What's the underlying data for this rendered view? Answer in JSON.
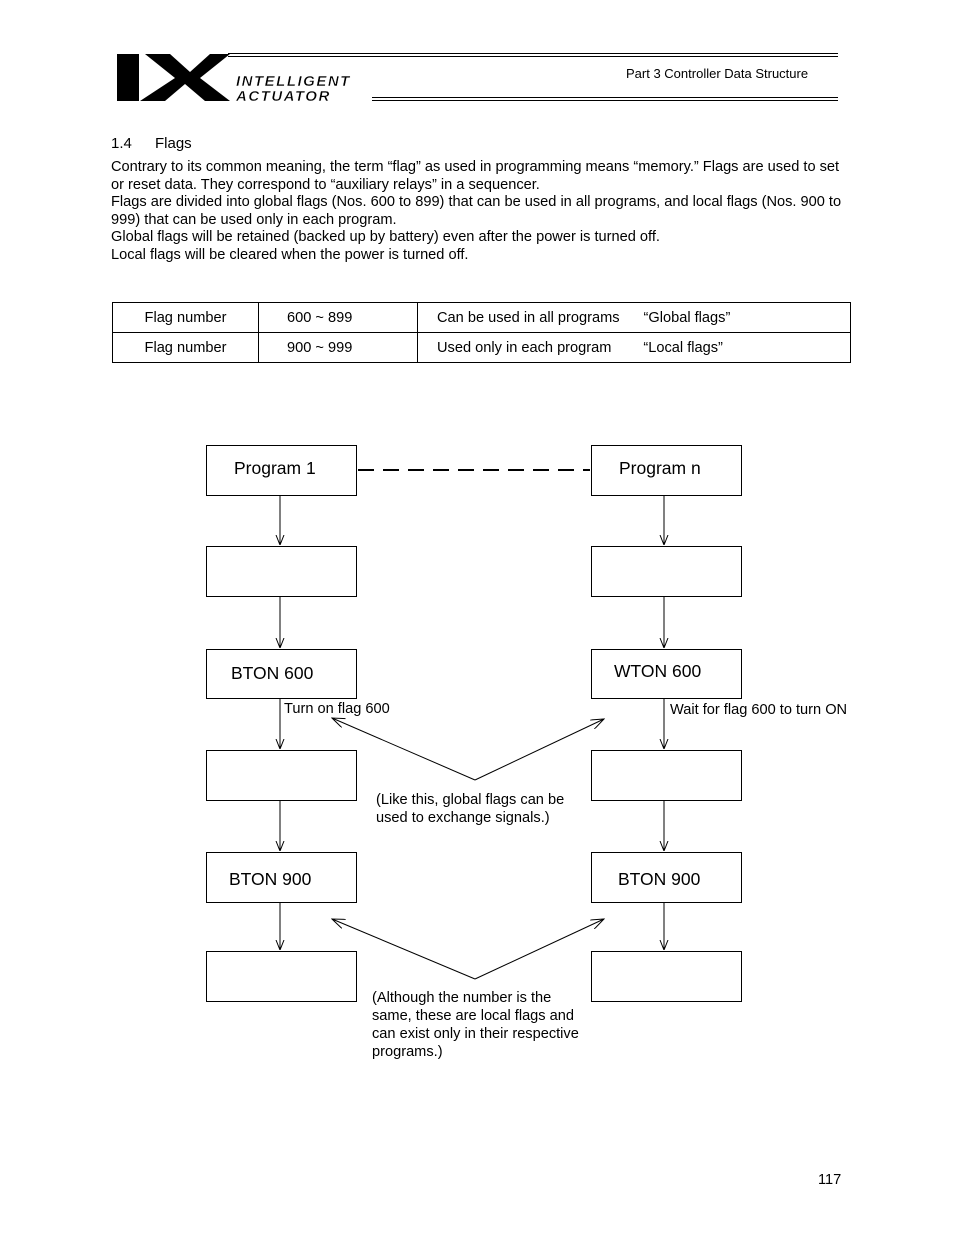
{
  "header": {
    "logo_letters": "IX",
    "logo_line1": "INTELLIGENT",
    "logo_line2": "ACTUATOR",
    "section_ref": "Part 3 Controller Data Structure"
  },
  "section": {
    "number": "1.4",
    "title": "Flags"
  },
  "paragraphs": [
    "Contrary to its common meaning, the term “flag” as used in programming means “memory.” Flags are used to set or reset data. They correspond to “auxiliary relays” in a sequencer.",
    "Flags are divided into global flags (Nos. 600 to 899) that can be used in all programs, and local flags (Nos. 900 to 999) that can be used only in each program.",
    "Global flags will be retained (backed up by battery) even after the power is turned off.",
    "Local flags will be cleared when the power is turned off."
  ],
  "flag_table": {
    "rows": [
      {
        "label": "Flag number",
        "range": "600 ~ 899",
        "usage": "Can be used in all programs",
        "type": "“Global flags”"
      },
      {
        "label": "Flag number",
        "range": "900 ~ 999",
        "usage": "Used only in each program",
        "type": "“Local flags”"
      }
    ]
  },
  "diagram": {
    "left_column": {
      "program": "Program 1",
      "step2": "",
      "step3": "BTON 600",
      "step4": "",
      "step5": "BTON 900",
      "step6": ""
    },
    "right_column": {
      "program": "Program n",
      "step2": "",
      "step3": "WTON 600",
      "step4": "",
      "step5": "BTON 900",
      "step6": ""
    },
    "annotations": {
      "turn_on": "Turn on flag 600",
      "wait_for": "Wait for flag 600 to turn ON",
      "global_note": "(Like this, global flags can be used to exchange signals.)",
      "local_note": "(Although the number is the same, these are local flags and can exist only in their respective programs.)"
    }
  },
  "page_number": "117"
}
